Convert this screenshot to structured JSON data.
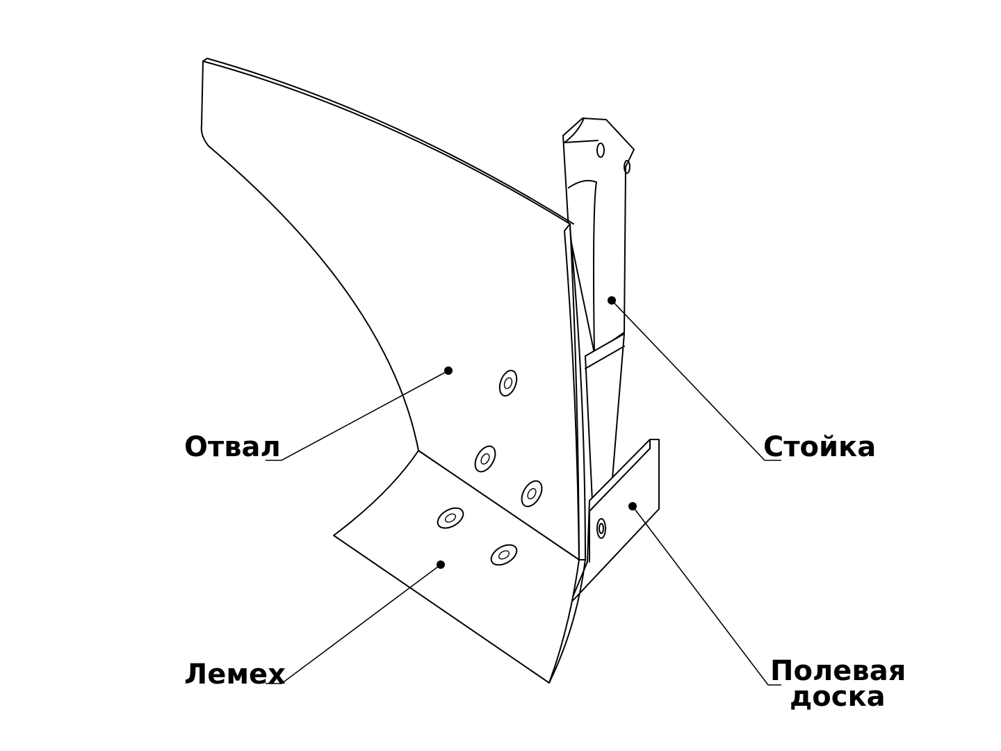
{
  "labels": {
    "moldboard": "Отвал",
    "share": "Лемех",
    "standard": "Стойка",
    "landside_line1": "Полевая",
    "landside_line2": "доска"
  },
  "colors": {
    "stroke": "#000000",
    "background": "#ffffff"
  }
}
